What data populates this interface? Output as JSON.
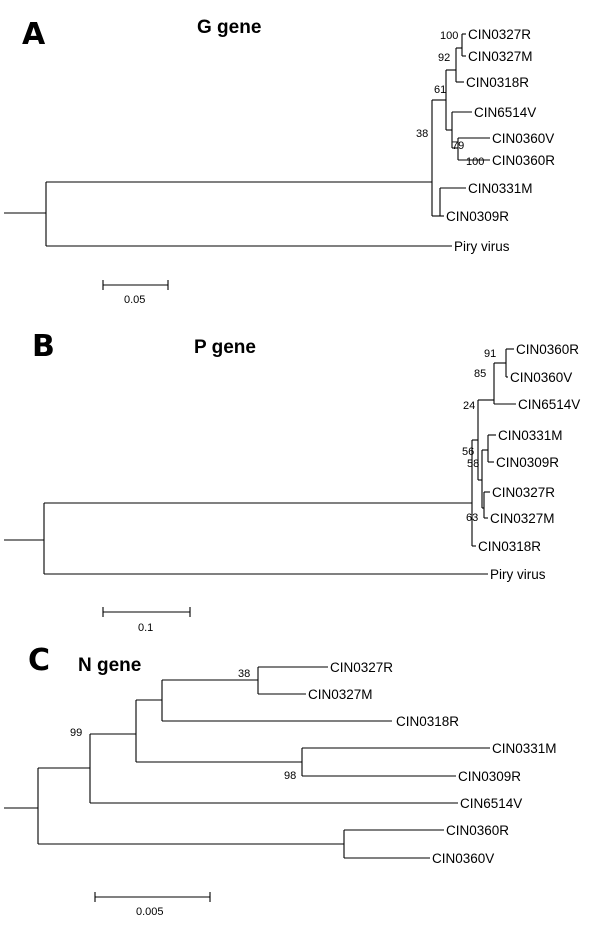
{
  "panels": [
    {
      "letter": "A",
      "title": "G gene",
      "scale_label": "0.05",
      "leaves": [
        "CIN0327R",
        "CIN0327M",
        "CIN0318R",
        "CIN6514V",
        "CIN0360V",
        "CIN0360R",
        "CIN0331M",
        "CIN0309R",
        "Piry virus"
      ],
      "bootstrap": [
        "100",
        "92",
        "61",
        "79",
        "100",
        "38"
      ]
    },
    {
      "letter": "B",
      "title": "P gene",
      "scale_label": "0.1",
      "leaves": [
        "CIN0360R",
        "CIN0360V",
        "CIN6514V",
        "CIN0331M",
        "CIN0309R",
        "CIN0327R",
        "CIN0327M",
        "CIN0318R",
        "Piry virus"
      ],
      "bootstrap": [
        "91",
        "85",
        "24",
        "56",
        "58",
        "63"
      ]
    },
    {
      "letter": "C",
      "title": "N gene",
      "scale_label": "0.005",
      "leaves": [
        "CIN0327R",
        "CIN0327M",
        "CIN0318R",
        "CIN0331M",
        "CIN0309R",
        "CIN6514V",
        "CIN0360R",
        "CIN0360V"
      ],
      "bootstrap": [
        "38",
        "98",
        "99"
      ]
    }
  ]
}
